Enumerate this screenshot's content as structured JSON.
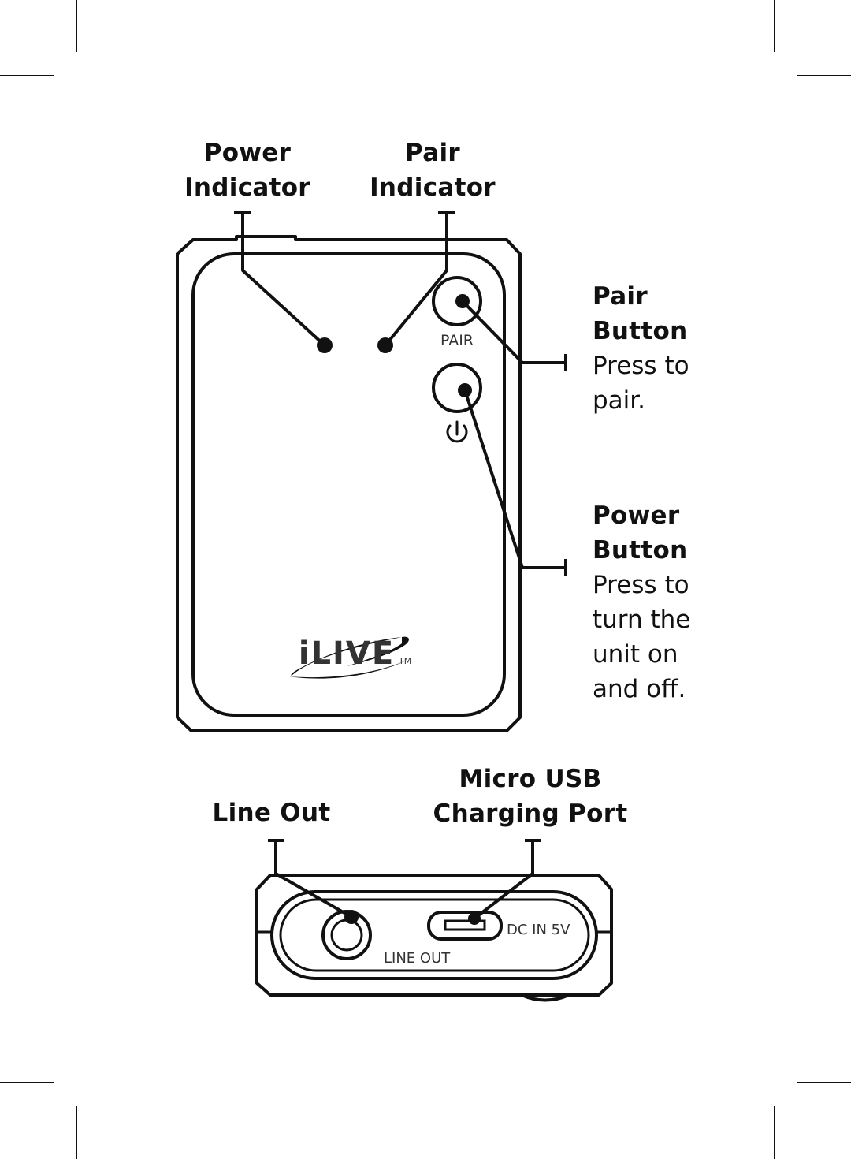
{
  "callouts": {
    "power_indicator": "Power\nIndicator",
    "pair_indicator": "Pair\nIndicator",
    "pair_button_title": "Pair\nButton",
    "pair_button_desc": "Press to\npair.",
    "power_button_title": "Power\nButton",
    "power_button_desc": "Press to\nturn the\nunit on\nand off.",
    "line_out": "Line Out",
    "micro_usb": "Micro USB\nCharging Port"
  },
  "device": {
    "pair_label": "PAIR",
    "brand_logo": "iLIVE",
    "trademark": "TM",
    "power_icon": "power-icon"
  },
  "bottom_panel": {
    "line_out_label": "LINE OUT",
    "dc_in_label": "DC IN 5V"
  }
}
